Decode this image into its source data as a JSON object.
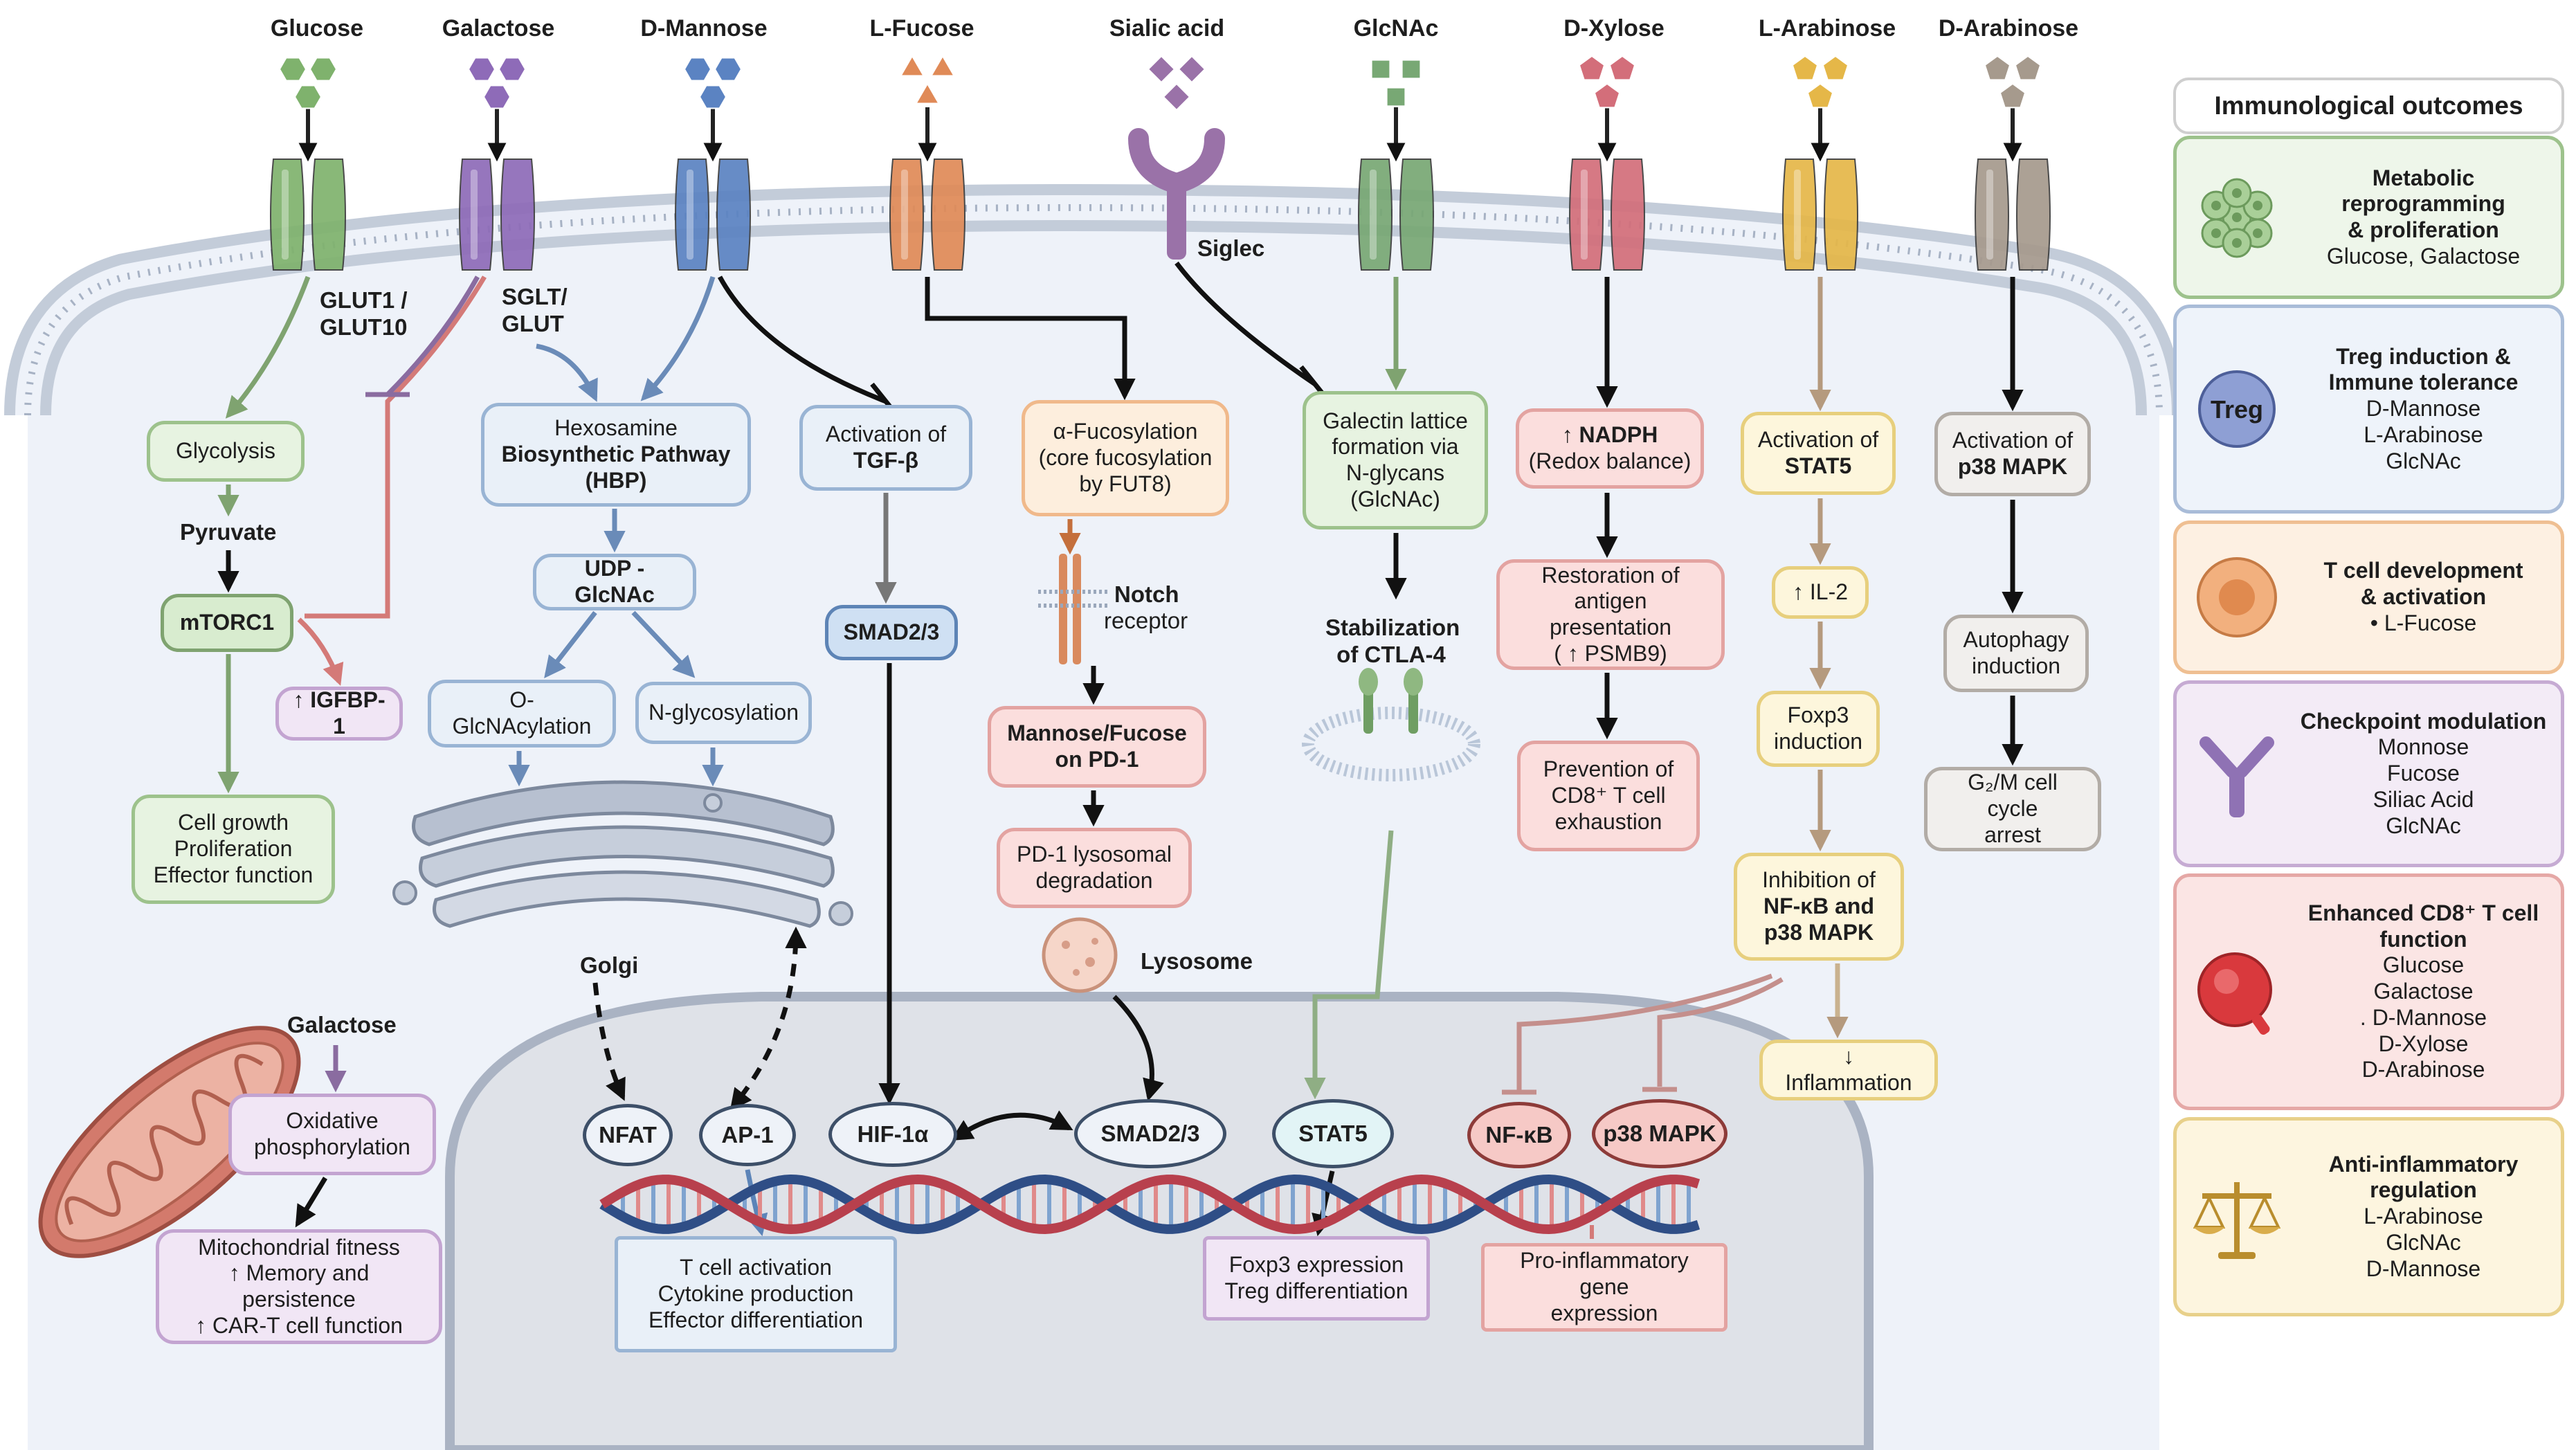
{
  "sugars": [
    {
      "name": "Glucose",
      "transporter": "GLUT1 /\nGLUT10",
      "color": "#7fb26d"
    },
    {
      "name": "Galactose",
      "transporter": "SGLT/\nGLUT",
      "color": "#8e6bb8"
    },
    {
      "name": "D-Mannose",
      "color": "#5b83c2"
    },
    {
      "name": "L-Fucose",
      "color": "#e08a57"
    },
    {
      "name": "Sialic acid",
      "receptor": "Siglec",
      "color": "#9a72a8"
    },
    {
      "name": "GlcNAc",
      "color": "#78a874"
    },
    {
      "name": "D-Xylose",
      "color": "#d36e7a"
    },
    {
      "name": "L-Arabinose",
      "color": "#e5b748"
    },
    {
      "name": "D-Arabinose",
      "color": "#a69a8d"
    }
  ],
  "glucose_path": {
    "glycolysis": "Glycolysis",
    "pyruvate": "Pyruvate",
    "mtorc1": "mTORC1",
    "igfbp1": "↑ IGFBP-1",
    "growth": [
      "Cell growth",
      "Proliferation",
      "Effector function"
    ]
  },
  "hbp": {
    "box": [
      "Hexosamine",
      "Biosynthetic Pathway",
      "(HBP)"
    ],
    "udp": "UDP -GlcNAc",
    "o_glc": [
      "O-",
      "GlcNAcylation"
    ],
    "n_glyco": "N-glycosylation",
    "golgi": "Golgi"
  },
  "tgf": {
    "box": [
      "Activation of",
      "TGF-β"
    ],
    "smad": "SMAD2/3"
  },
  "fucose_path": {
    "box": [
      "α-Fucosylation",
      "(core fucosylation",
      "by FUT8)"
    ],
    "notch": "Notch",
    "receptor": "receptor",
    "pd1": [
      "Mannose/Fucose",
      "on PD-1"
    ],
    "pd1_deg": [
      "PD-1 lysosomal",
      "degradation"
    ],
    "lysosome": "Lysosome"
  },
  "glcnac_path": {
    "galectin": [
      "Galectin lattice",
      "formation via",
      "N-glycans",
      "(GlcNAc)"
    ],
    "ctla4": [
      "Stabilization",
      "of CTLA-4"
    ]
  },
  "xylose_path": {
    "nadph": [
      "↑ NADPH",
      "(Redox balance)"
    ],
    "antigen": [
      "Restoration of",
      "antigen",
      "presentation",
      "( ↑ PSMB9)"
    ],
    "exhaustion": [
      "Prevention  of",
      "CD8⁺  T  cell",
      "exhaustion"
    ]
  },
  "arabinose_l": {
    "stat5": [
      "Activation of",
      "STAT5"
    ],
    "il2": "↑ IL-2",
    "foxp3": [
      "Foxp3",
      "induction"
    ],
    "inhibition": [
      "Inhibition of",
      "NF-κB and",
      "p38 MAPK"
    ],
    "inflammation": [
      "↓",
      "Inflammation"
    ]
  },
  "arabinose_d": {
    "p38": [
      "Activation of",
      "p38 MAPK"
    ],
    "autophagy": [
      "Autophagy",
      "induction"
    ],
    "arrest": [
      "G₂/M  cell",
      "cycle",
      "arrest"
    ]
  },
  "mitochondria": {
    "galactose": "Galactose",
    "oxphos": [
      "Oxidative",
      "phosphorylation"
    ],
    "fitness": [
      "Mitochondrial fitness",
      "↑ Memory and",
      "persistence",
      "↑ CAR-T cell function"
    ]
  },
  "nucleus": {
    "tfs": [
      "NFAT",
      "AP-1",
      "HIF-1α",
      "SMAD2/3",
      "STAT5",
      "NF-κB",
      "p38 MAPK"
    ],
    "tcell": [
      "T cell activation",
      "Cytokine production",
      "Effector differentiation"
    ],
    "foxp3": [
      "Foxp3 expression",
      "Treg differentiation"
    ],
    "proinflam": [
      "Pro-inflammatory",
      "gene",
      "expression"
    ]
  },
  "panel": {
    "title": "Immunological outcomes",
    "items": [
      {
        "title": [
          "Metabolic reprogramming",
          "& proliferation"
        ],
        "lines": [
          "Glucose, Galactose"
        ],
        "bg": "#eef6ea",
        "border": "#9dc28c",
        "icon": "cells-icon"
      },
      {
        "title": [
          "Treg induction &",
          "Immune tolerance"
        ],
        "lines": [
          "D-Mannose",
          "L-Arabinose",
          "GlcNAc"
        ],
        "bg": "#eef3fa",
        "border": "#a9bcd8",
        "icon": "treg-icon",
        "icon_label": "Treg"
      },
      {
        "title": [
          "T cell development",
          "& activation"
        ],
        "lines": [
          "• L-Fucose"
        ],
        "bg": "#fdf0e2",
        "border": "#efbf92",
        "icon": "tcell-icon"
      },
      {
        "title": [
          "Checkpoint modulation"
        ],
        "lines": [
          "Monnose",
          "Fucose",
          "Siliac Acid",
          "GlcNAc"
        ],
        "bg": "#f3ebf6",
        "border": "#c6abd3",
        "icon": "receptor-icon"
      },
      {
        "title": [
          "Enhanced  CD8⁺  T  cell",
          "function"
        ],
        "lines": [
          "Glucose",
          "Galactose",
          ". D-Mannose",
          "D-Xylose",
          "D-Arabinose"
        ],
        "bg": "#fbe5e4",
        "border": "#e5a8a6",
        "icon": "cd8-icon"
      },
      {
        "title": [
          "Anti-inflammatory",
          "regulation"
        ],
        "lines": [
          "L-Arabinose",
          "GlcNAc",
          "D-Mannose"
        ],
        "bg": "#fdf5df",
        "border": "#e8d08a",
        "icon": "scale-icon"
      }
    ]
  }
}
